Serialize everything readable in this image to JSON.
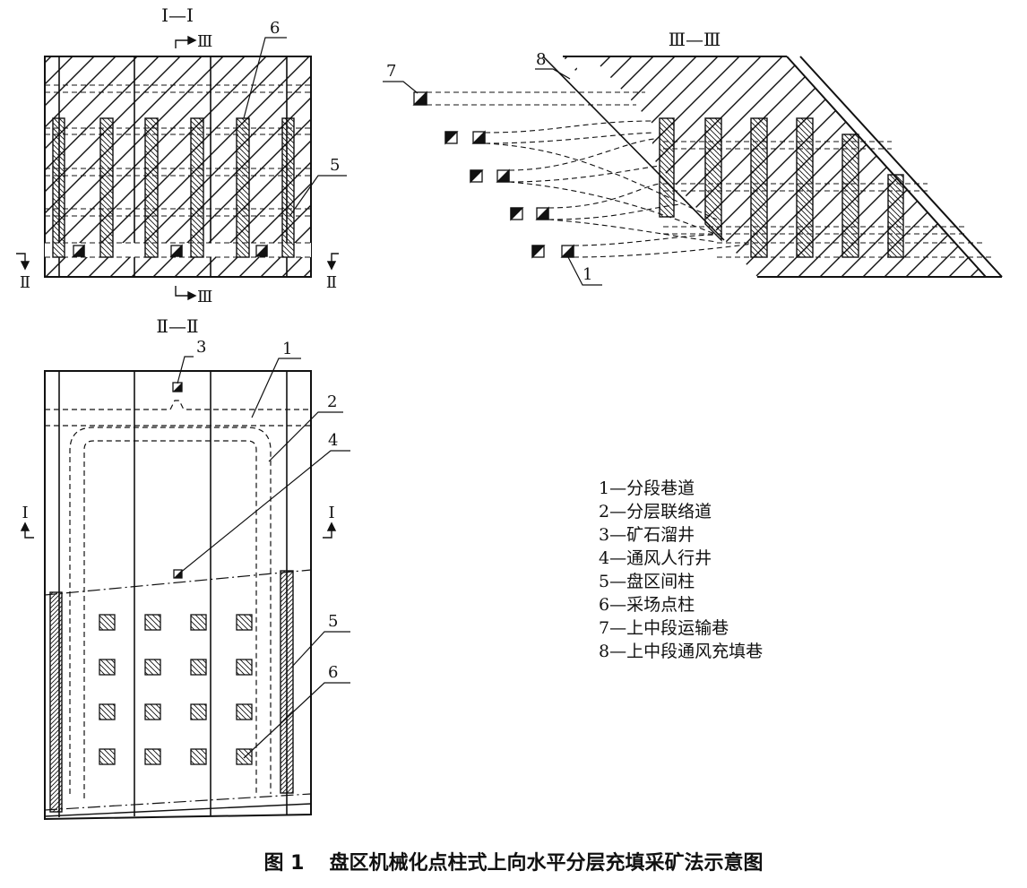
{
  "section_labels": {
    "I_I": "Ⅰ—Ⅰ",
    "II_II": "Ⅱ—Ⅱ",
    "III_III": "Ⅲ—Ⅲ",
    "mark_I": "Ⅰ",
    "mark_II": "Ⅱ",
    "mark_III": "Ⅲ"
  },
  "callouts": {
    "n1": "1",
    "n2": "2",
    "n3": "3",
    "n4": "4",
    "n5": "5",
    "n6": "6",
    "n7": "7",
    "n8": "8"
  },
  "legend": [
    "1—分段巷道",
    "2—分层联络道",
    "3—矿石溜井",
    "4—通风人行井",
    "5—盘区间柱",
    "6—采场点柱",
    "7—上中段运输巷",
    "8—上中段通风充填巷"
  ],
  "caption": {
    "number": "图 1",
    "title": "盘区机械化点柱式上向水平分层充填采矿法示意图"
  }
}
